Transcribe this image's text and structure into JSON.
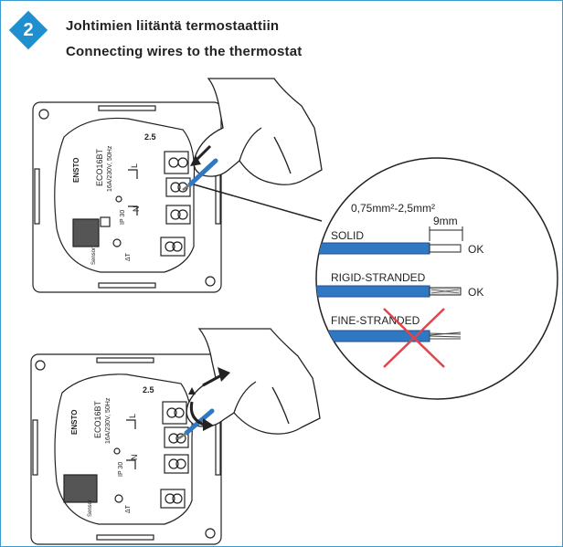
{
  "step": {
    "number": "2",
    "color": "#1f8fcf"
  },
  "title_fi": "Johtimien liitäntä termostaattiin",
  "title_en": "Connecting wires to the thermostat",
  "device": {
    "brand": "ENSTO",
    "model": "ECO16BT",
    "rating": "16A/230V, 50Hz",
    "ip": "IP 30",
    "jumper": "2.5",
    "terminal_n": "N",
    "terminal_l": "L",
    "sensor_label": "Sensor",
    "delta_t": "ΔT"
  },
  "detail": {
    "cross_section": "0,75mm²-2,5mm²",
    "strip_length": "9mm",
    "wires": [
      {
        "type": "SOLID",
        "result": "OK"
      },
      {
        "type": "RIGID-STRANDED",
        "result": "OK"
      },
      {
        "type": "FINE-STRANDED",
        "result": ""
      }
    ],
    "wire_color": "#2f78c4",
    "cross_color": "#e0454a"
  }
}
